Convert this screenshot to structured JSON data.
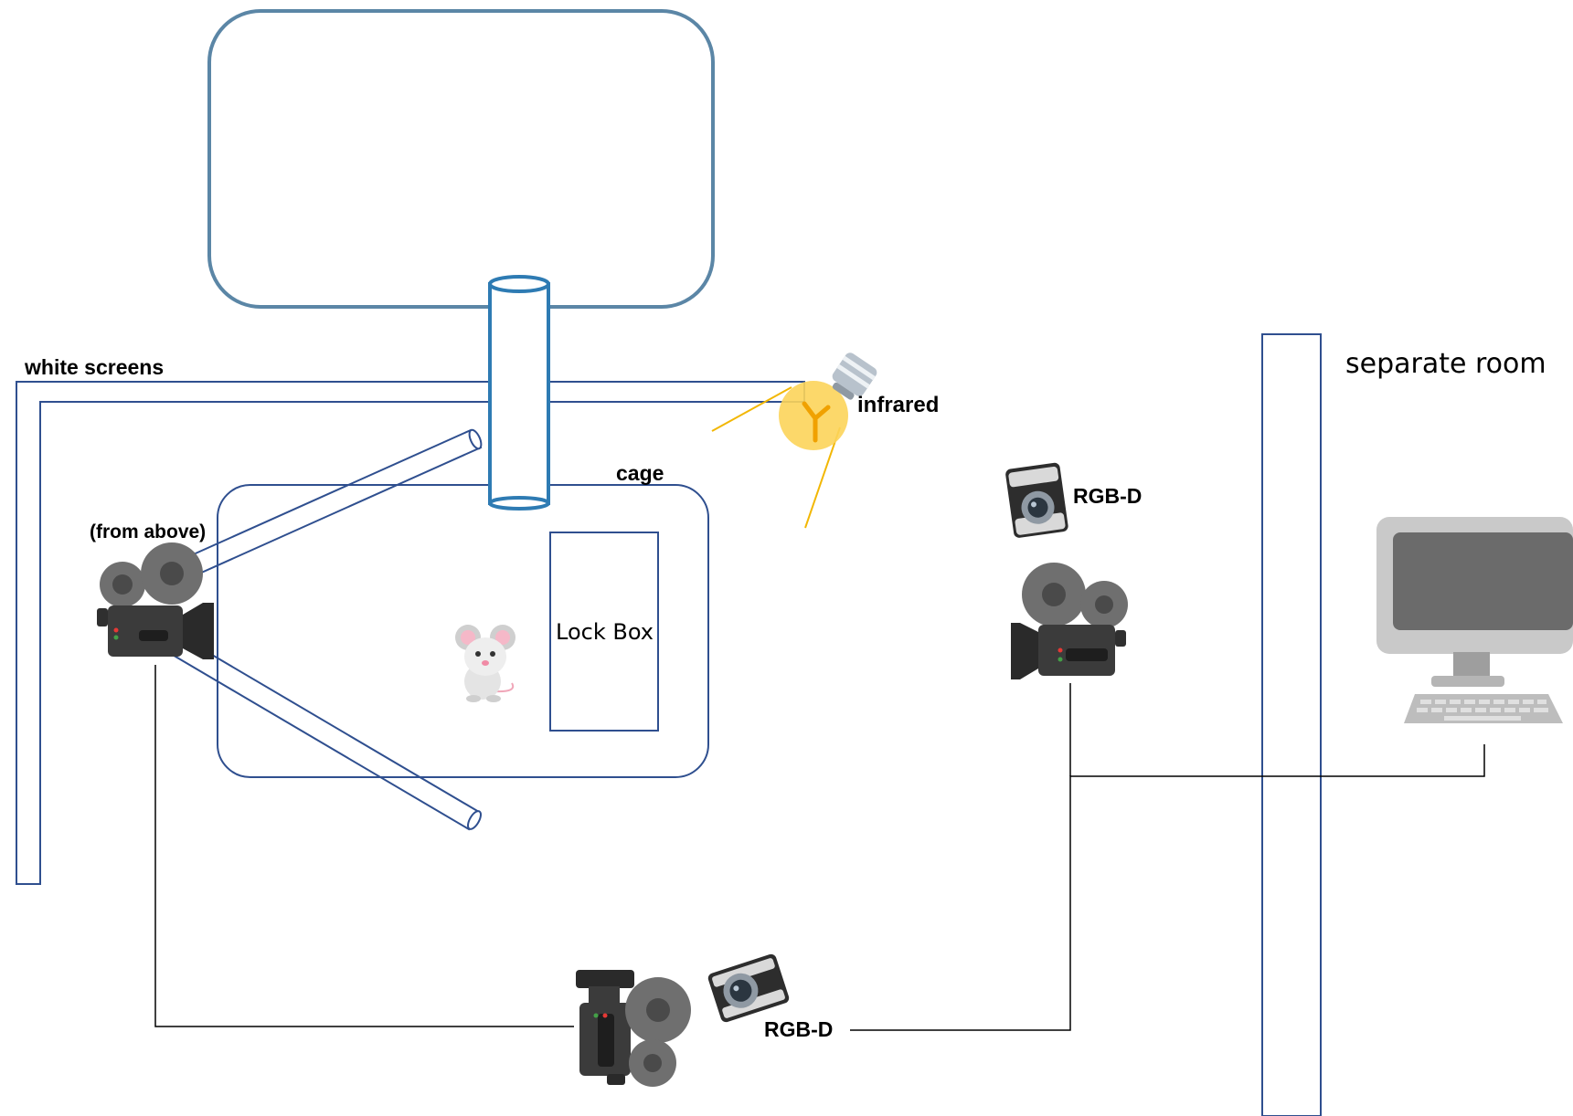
{
  "labels": {
    "white_screens": "white screens",
    "infrared": "infrared",
    "cage": "cage",
    "from_above": "(from above)",
    "lock_box": "Lock Box",
    "rgbd_top": "RGB-D",
    "rgbd_bottom": "RGB-D",
    "separate_room": "separate room"
  },
  "icons": {
    "mouse": "mouse-icon",
    "bulb": "infrared-bulb-icon",
    "video_camera": "video-camera-icon",
    "depth_camera": "rgbd-camera-icon",
    "computer": "desktop-computer-icon"
  },
  "colors": {
    "arena_outline": "#5b86a6",
    "tube": "#2e7bb3",
    "wall": "#2f4f8f",
    "wire": "#000000",
    "light_ray": "#f2b705",
    "bulb": "#fcd45a"
  }
}
